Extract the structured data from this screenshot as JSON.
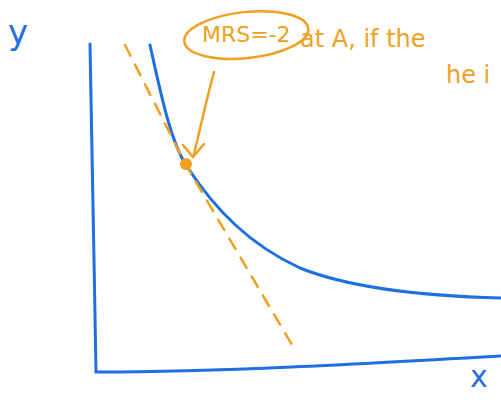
{
  "diagram": {
    "nodes": [
      {
        "text": [
          "MRS=-2"
        ]
      }
    ],
    "labels": [
      "y",
      "x",
      "at A, if the",
      "he i"
    ]
  }
}
